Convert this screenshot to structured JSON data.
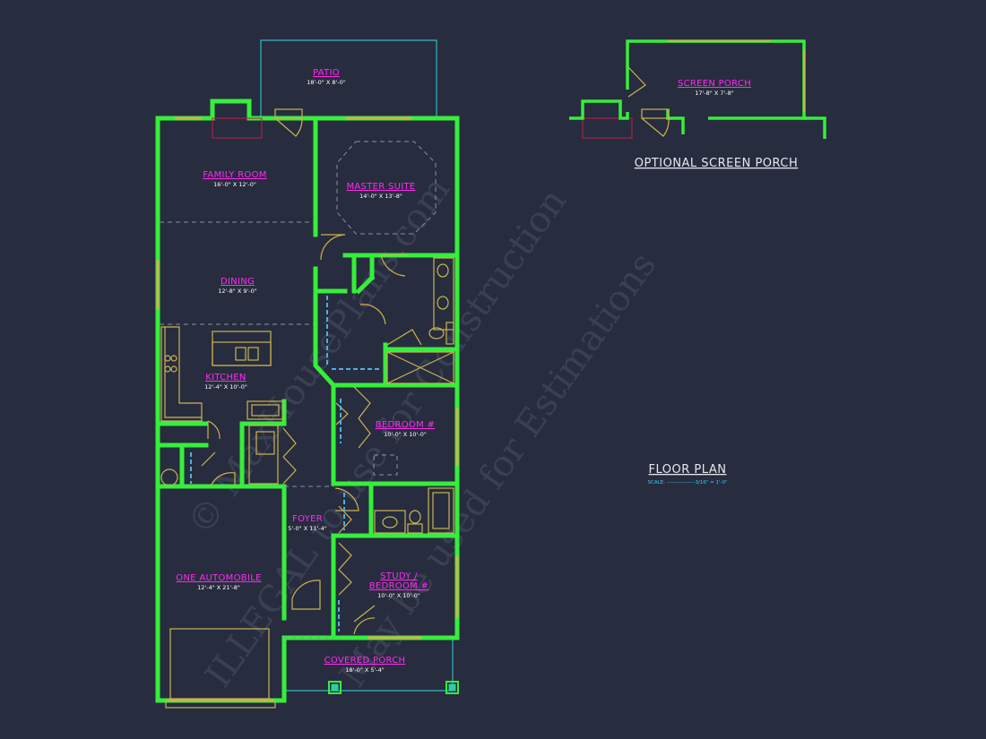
{
  "rooms": {
    "patio": {
      "name": "PATIO",
      "dim": "18'-0\" X 8'-0\""
    },
    "family_room": {
      "name": "FAMILY ROOM",
      "dim": "16'-0\" X 12'-0\""
    },
    "master_suite": {
      "name": "MASTER SUITE",
      "dim": "14'-0\" X 13'-8\""
    },
    "dining": {
      "name": "DINING",
      "dim": "12'-8\" X 9'-0\""
    },
    "kitchen": {
      "name": "KITCHEN",
      "dim": "12'-4\" X 10'-0\""
    },
    "bedroom2": {
      "name": "BEDROOM #",
      "dim": "10'-0\" X 10'-0\""
    },
    "foyer": {
      "name": "FOYER",
      "dim": "5'-0\" X 11'-4\""
    },
    "garage": {
      "name": "ONE AUTOMOBILE",
      "dim": "12'-4\" X 21'-8\""
    },
    "study_line1": {
      "name": "STUDY /"
    },
    "study_line2": {
      "name": "BEDROOM #",
      "dim": "10'-0\" X 10'-0\""
    },
    "covered_porch": {
      "name": "COVERED PORCH",
      "dim": "18'-0\" X 5'-4\""
    },
    "screen_porch": {
      "name": "SCREEN PORCH",
      "dim": "17'-8\" X 7'-8\""
    }
  },
  "titles": {
    "optional": "OPTIONAL SCREEN PORCH",
    "floor_plan": "FLOOR PLAN",
    "scale": "SCALE: ----------------3/16\" = 1'-0\""
  },
  "watermark": {
    "line1": "© MaxHousePlans.com",
    "line2": "ILLEGAL to use for Construction",
    "line3": "May be used for Estimations"
  },
  "colors": {
    "background": "#282c3f",
    "walls": "#36ee3b",
    "room_labels": "#ff2bf0",
    "fixtures": "#c9b450",
    "scale_text": "#38d0f0"
  }
}
